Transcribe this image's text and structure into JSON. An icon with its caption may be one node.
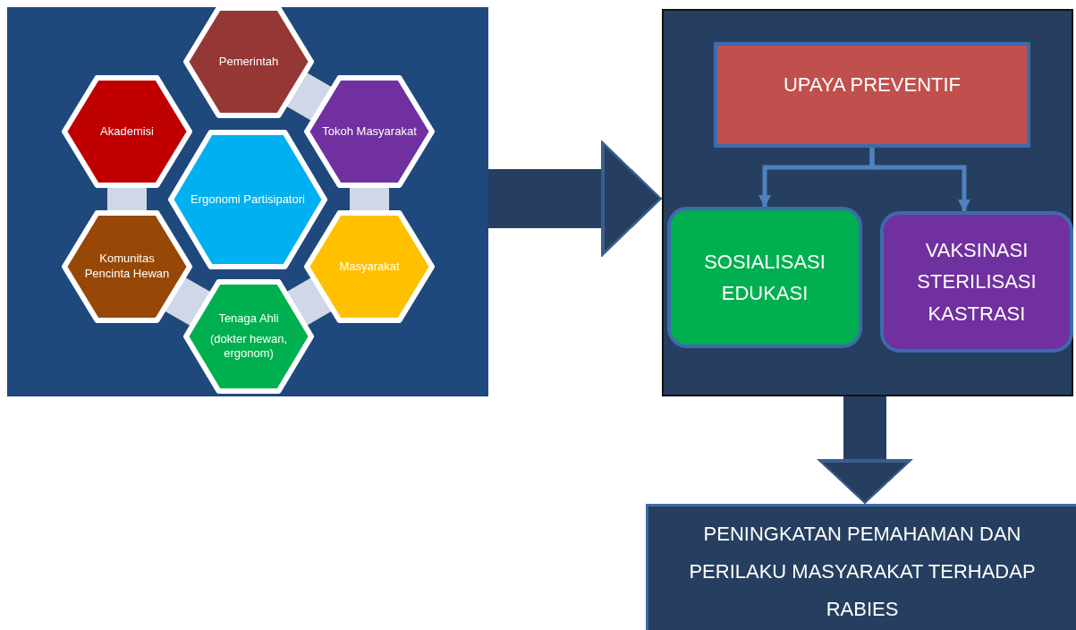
{
  "diagram": {
    "nodes": [
      {
        "text": [],
        "shape": "box"
      },
      {
        "text": [
          "Pemerintah"
        ],
        "in": 0
      },
      {
        "text": [
          "Akademisi"
        ],
        "in": 0
      },
      {
        "text": [
          "Tokoh Masyarakat"
        ],
        "in": 0
      },
      {
        "text": [
          "Ergonomi Partisipatori"
        ],
        "in": 0
      },
      {
        "text": [
          "Komunitas Pencinta Hewan"
        ],
        "in": 0
      },
      {
        "text": [
          "Masyarakat"
        ],
        "in": 0
      },
      {
        "text": [
          "Tenaga Ahli",
          "(dokter hewan, ergonom)"
        ],
        "in": 0
      },
      {
        "text": [],
        "shape": "box"
      },
      {
        "text": [
          "UPAYA PREVENTIF"
        ],
        "in": 8
      },
      {
        "text": [
          "SOSIALISASI EDUKASI"
        ],
        "in": 8
      },
      {
        "text": [
          "VAKSINASI STERILISASI KASTRASI"
        ],
        "in": 8
      },
      {
        "text": [
          "PENINGKATAN PEMAHAMAN DAN PERILAKU MASYARAKAT TERHADAP RABIES"
        ]
      }
    ],
    "edges": [
      {
        "from": 0,
        "to": 8,
        "arrow": "to",
        "style": "thick",
        "color": "#263f60"
      },
      {
        "from": 9,
        "to": 10,
        "arrow": "to",
        "color": "#4f81bd"
      },
      {
        "from": 9,
        "to": 11,
        "arrow": "to",
        "color": "#4f81bd"
      },
      {
        "from": 8,
        "to": 12,
        "arrow": "to",
        "style": "thick",
        "color": "#263f60"
      }
    ]
  }
}
